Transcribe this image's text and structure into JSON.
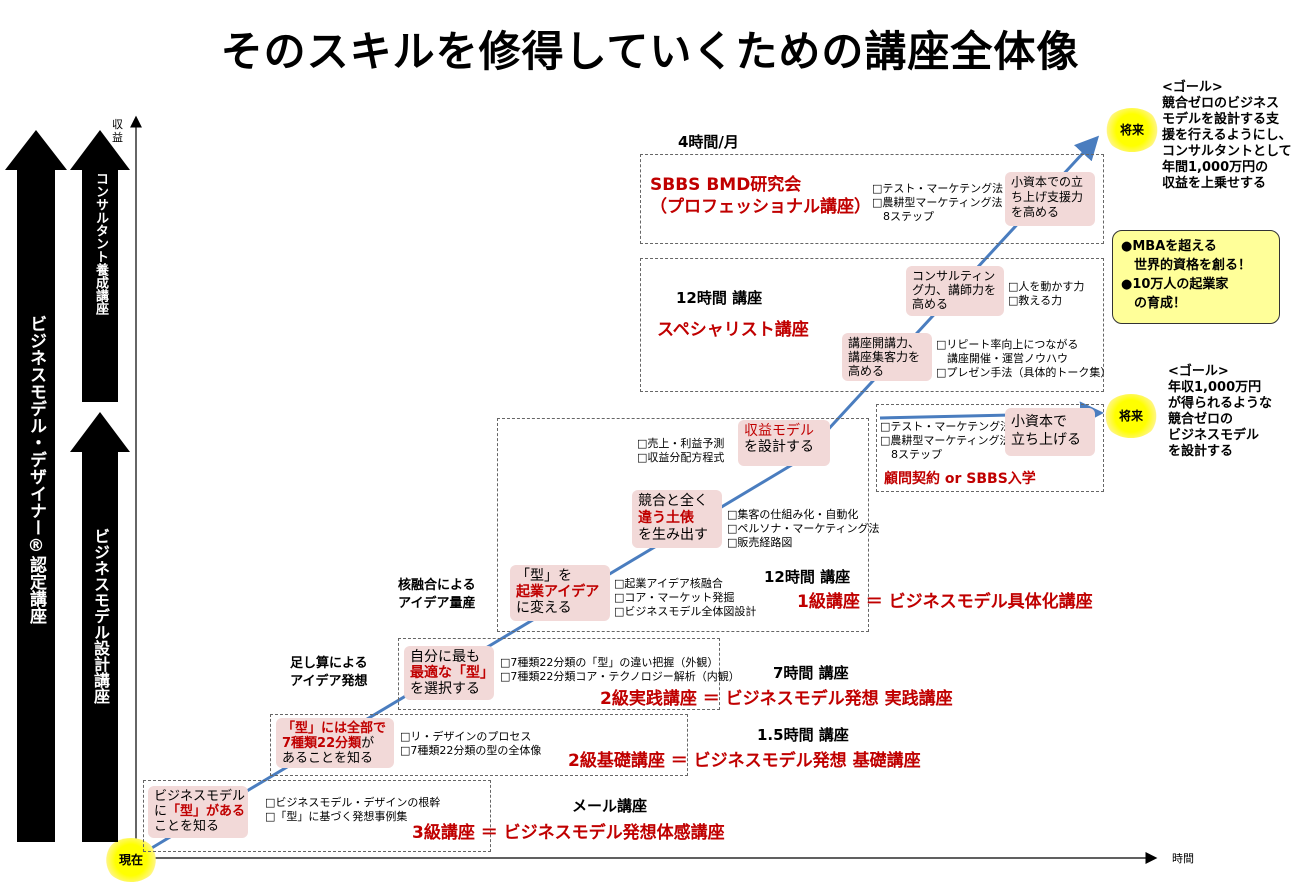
{
  "title": "そのスキルを修得していくための講座全体像",
  "axes": {
    "y_label": "収益",
    "x_label": "時間",
    "start": "現在"
  },
  "left_arrows": {
    "outer": "ビジネスモデル・デザイナー®認定講座",
    "consult": "コンサルタント養成講座",
    "design": "ビジネスモデル設計講座"
  },
  "goal_top": {
    "sun": "将来",
    "heading": "<ゴール>",
    "lines": [
      "競合ゼロのビジネス",
      "モデルを設計する支",
      "援を行えるようにし、",
      "コンサルタントとして",
      "年間1,000万円の",
      "収益を上乗せする"
    ]
  },
  "goal_mid": {
    "sun": "将来",
    "heading": "<ゴール>",
    "lines": [
      "年収1,000万円",
      "が得られるような",
      "競合ゼロの",
      "ビジネスモデル",
      "を設計する"
    ]
  },
  "yellow_note": {
    "lines": [
      "●MBAを超える",
      "　世界的資格を創る！",
      "●10万人の起業家",
      "　の育成！"
    ]
  },
  "level_bmd": {
    "hours": "4時間/月",
    "course_lines": [
      "SBBS BMD研究会",
      "（プロフェッショナル講座）"
    ],
    "items": [
      "□テスト・マーケテング法",
      "□農耕型マーケティング法",
      "　8ステップ"
    ],
    "step": [
      "小資本での立",
      "ち上げ支援力",
      "を高める"
    ]
  },
  "level_specialist": {
    "hours": "12時間 講座",
    "course": "スペシャリスト講座",
    "step1": [
      "講座開講力、",
      "講座集客力を",
      "高める"
    ],
    "items1": [
      "□リピート率向上につながる",
      "　講座開催・運営ノウハウ",
      "□プレゼン手法（具体的トーク集）"
    ],
    "step2": [
      "コンサルティン",
      "グ力、講師力を",
      "高める"
    ],
    "items2": [
      "□人を動かす力",
      "□教える力"
    ]
  },
  "level_advisory": {
    "items": [
      "□テスト・マーケテング法",
      "□農耕型マーケティング法",
      "　8ステップ"
    ],
    "step": [
      "小資本で",
      "立ち上げる"
    ],
    "course": "顧問契約 or SBBS入学"
  },
  "level_1": {
    "hours": "12時間 講座",
    "course": "1級講座 ＝ ビジネスモデル具体化講座",
    "side": [
      "核融合による",
      "アイデア量産"
    ],
    "step1": {
      "l1": "「型」を",
      "l2": "起業アイデア",
      "l3": "に変える"
    },
    "items1": [
      "□起業アイデア核融合",
      "□コア・マーケット発掘",
      "□ビジネスモデル全体図設計"
    ],
    "step2": {
      "l1": "競合と全く",
      "l2": "違う土俵",
      "l3": "を生み出す"
    },
    "items2": [
      "□集客の仕組み化・自動化",
      "□ペルソナ・マーケティング法",
      "□販売経路図"
    ],
    "step3": {
      "l1": "収益モデル",
      "l2": "を設計する"
    },
    "items3": [
      "□売上・利益予測",
      "□収益分配方程式"
    ]
  },
  "level_2p": {
    "hours": "7時間 講座",
    "course": "2級実践講座 ＝ ビジネスモデル発想 実践講座",
    "side": [
      "足し算による",
      "アイデア発想"
    ],
    "step": {
      "l1": "自分に最も",
      "l2": "最適な「型」",
      "l3": "を選択する"
    },
    "items": [
      "□7種類22分類の「型」の違い把握（外観）",
      "□7種類22分類コア・テクノロジー解析（内観）"
    ]
  },
  "level_2b": {
    "hours": "1.5時間 講座",
    "course": "2級基礎講座 ＝ ビジネスモデル発想 基礎講座",
    "step": {
      "l1": "「型」には全部で",
      "l2": "7種類22分類",
      "l2b": "が",
      "l3": "あることを知る"
    },
    "items": [
      "□リ・デザインのプロセス",
      "□7種類22分類の型の全体像"
    ]
  },
  "level_3": {
    "hours": "メール講座",
    "course": "3級講座 ＝ ビジネスモデル発想体感講座",
    "step": {
      "l1": "ビジネスモデル",
      "l2a": "に",
      "l2": "「型」がある",
      "l3": "ことを知る"
    },
    "items": [
      "□ビジネスモデル・デザインの根幹",
      "□「型」に基づく発想事例集"
    ]
  }
}
